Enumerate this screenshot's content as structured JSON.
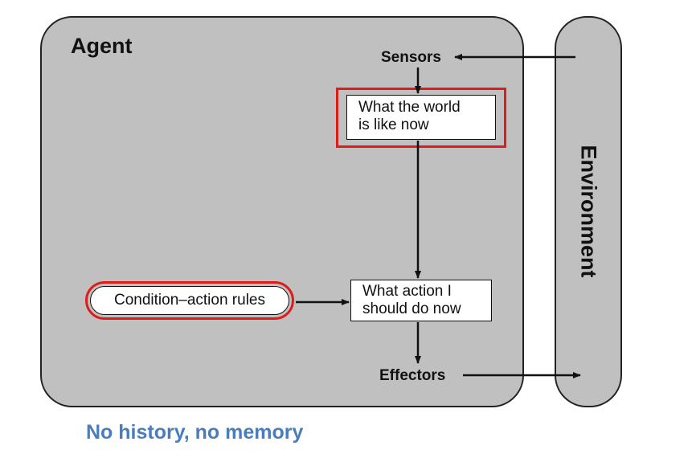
{
  "agent": {
    "title": "Agent"
  },
  "environment": {
    "label": "Environment"
  },
  "sensors": {
    "label": "Sensors"
  },
  "effectors": {
    "label": "Effectors"
  },
  "world_state": {
    "line1": "What the world",
    "line2": "is like now"
  },
  "action": {
    "line1": "What action I",
    "line2": "should do now"
  },
  "rules": {
    "label": "Condition–action rules"
  },
  "caption": {
    "text": "No history, no memory"
  },
  "colors": {
    "highlight": "#e01b1b",
    "box_fill": "#c0c0c0",
    "caption": "#4a7ebb"
  }
}
